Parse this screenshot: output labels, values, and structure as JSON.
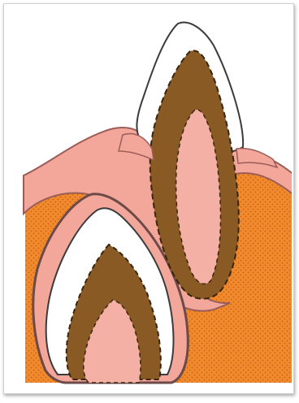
{
  "figure": {
    "kind": "illustration",
    "subject": "tooth-eruption-cross-section",
    "parts": [
      "erupting-tooth",
      "developing-tooth",
      "gum-tissue",
      "bone-tissue"
    ]
  },
  "colors": {
    "background": "#ffffff",
    "frame_border": "#cfcfcf",
    "bone": "#f08a2c",
    "bone_dots": "#c9601a",
    "gum": "#f2a79a",
    "gum_outline": "#9c5d58",
    "enamel": "#ffffff",
    "dentin": "#8a5a24",
    "dentin_dash": "#3a2510",
    "pulp": "#f4b0a4",
    "outline": "#3b3b3b"
  }
}
